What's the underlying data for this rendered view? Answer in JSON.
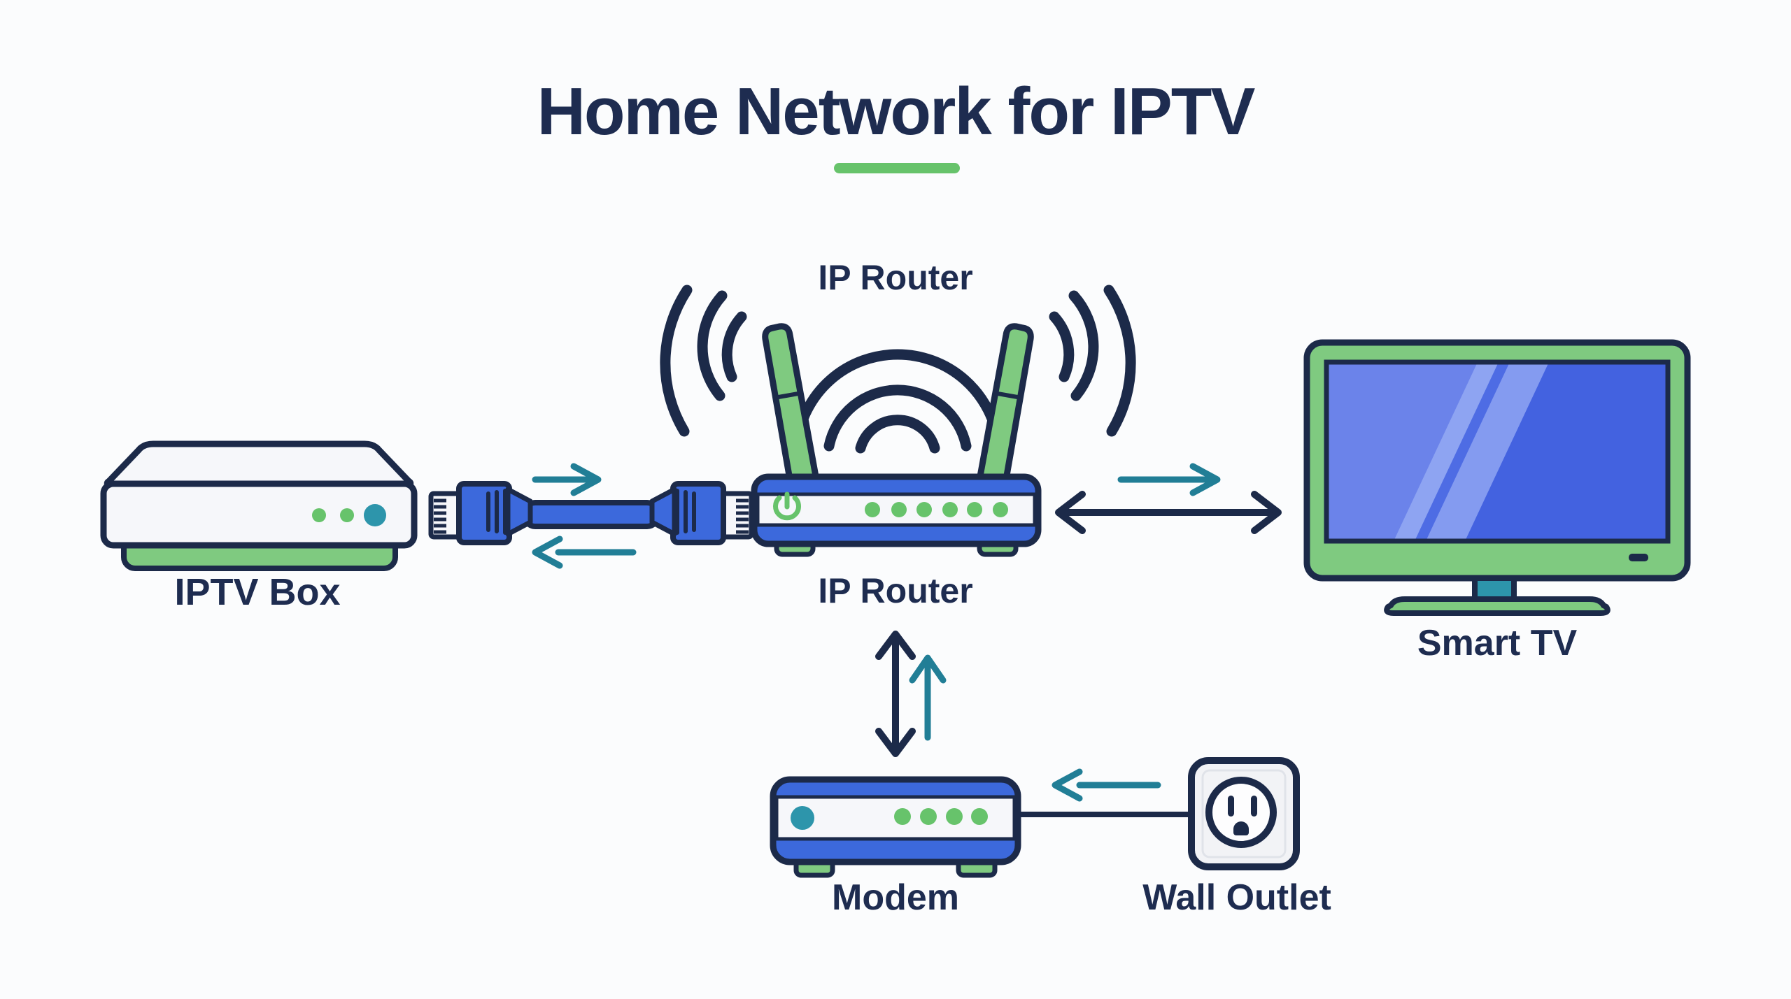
{
  "title": {
    "text": "Home Network for IPTV"
  },
  "nodes": {
    "iptv_box": {
      "label": "IPTV Box"
    },
    "router": {
      "label_top": "IP Router",
      "label_bottom": "IP Router"
    },
    "smart_tv": {
      "label": "Smart TV"
    },
    "modem": {
      "label": "Modem"
    },
    "wall_outlet": {
      "label": "Wall Outlet"
    }
  },
  "icons": {
    "router_antennas": "antenna-icon",
    "wifi_waves": "wifi-waves-icon",
    "ethernet_cable": "ethernet-cable-icon",
    "power_button": "power-icon",
    "outlet_socket": "outlet-socket-icon"
  },
  "colors": {
    "navy": "#1c2a49",
    "text_navy": "#1e2c50",
    "blue": "#3c69dc",
    "green": "#7fca80",
    "green_accent": "#67c36b",
    "teal": "#217e96",
    "teal_dot": "#2d95ab",
    "white_fill": "#f6f7fa",
    "background": "#fbfcfd",
    "screen_base": "#6b83ea",
    "screen_dark": "#4362e0",
    "screen_glare": "#8ea4f2",
    "screen_gap": "#4e6ce4",
    "plate": "#f2f3f6"
  }
}
